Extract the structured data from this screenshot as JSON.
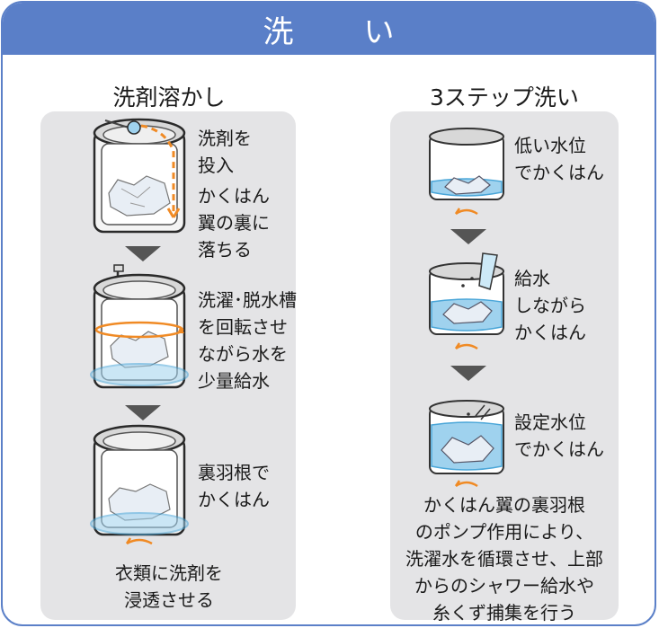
{
  "header": {
    "title": "洗　い"
  },
  "left": {
    "title": "洗剤溶かし",
    "step1_text": "洗剤を\n投入",
    "step1_sub_text": "かくはん\n翼の裏に\n落ちる",
    "step2_text": "洗濯･脱水槽\nを回転させ\nながら水を\n少量給水",
    "step3_text": "裏羽根で\nかくはん",
    "caption": "衣類に洗剤を\n浸透させる"
  },
  "right": {
    "title": "3ステップ洗い",
    "step1_text": "低い水位\nでかくはん",
    "step2_text": "給水\nしながら\nかくはん",
    "step3_text": "設定水位\nでかくはん",
    "caption": "かくはん翼の裏羽根\nのポンプ作用により、\n洗濯水を循環させ、上部\nからのシャワー給水や\n糸くず捕集を行う"
  },
  "colors": {
    "header": "#5a7fc8",
    "panel": "#e4e4e6",
    "arrow": "#555555",
    "accent_orange": "#f08a24",
    "water_blue": "#9fd2ee"
  }
}
